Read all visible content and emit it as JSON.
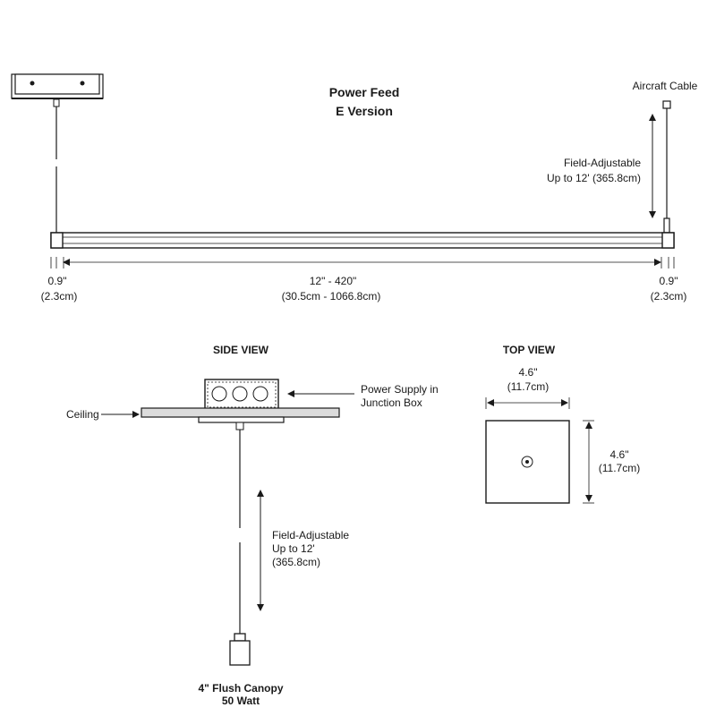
{
  "title": {
    "line1": "Power Feed",
    "line2": "E Version"
  },
  "front_view": {
    "aircraft_cable": "Aircraft Cable",
    "adjust_line1": "Field-Adjustable",
    "adjust_line2": "Up to 12' (365.8cm)",
    "left_end_in": "0.9\"",
    "left_end_cm": "(2.3cm)",
    "length_in": "12\" - 420\"",
    "length_cm": "(30.5cm - 1066.8cm)",
    "right_end_in": "0.9\"",
    "right_end_cm": "(2.3cm)"
  },
  "side_view": {
    "heading": "SIDE VIEW",
    "power_supply_line1": "Power Supply in",
    "power_supply_line2": "Junction Box",
    "ceiling": "Ceiling",
    "adjust_line1": "Field-Adjustable",
    "adjust_line2": "Up to 12'",
    "adjust_line3": "(365.8cm)",
    "canopy_line1": "4\" Flush Canopy",
    "canopy_line2": "50 Watt"
  },
  "top_view": {
    "heading": "TOP VIEW",
    "width_in": "4.6\"",
    "width_cm": "(11.7cm)",
    "depth_in": "4.6\"",
    "depth_cm": "(11.7cm)"
  },
  "colors": {
    "line": "#1a1a1a",
    "ceiling_fill": "#dcdcdc",
    "panel_fill": "#f2f2f2"
  }
}
